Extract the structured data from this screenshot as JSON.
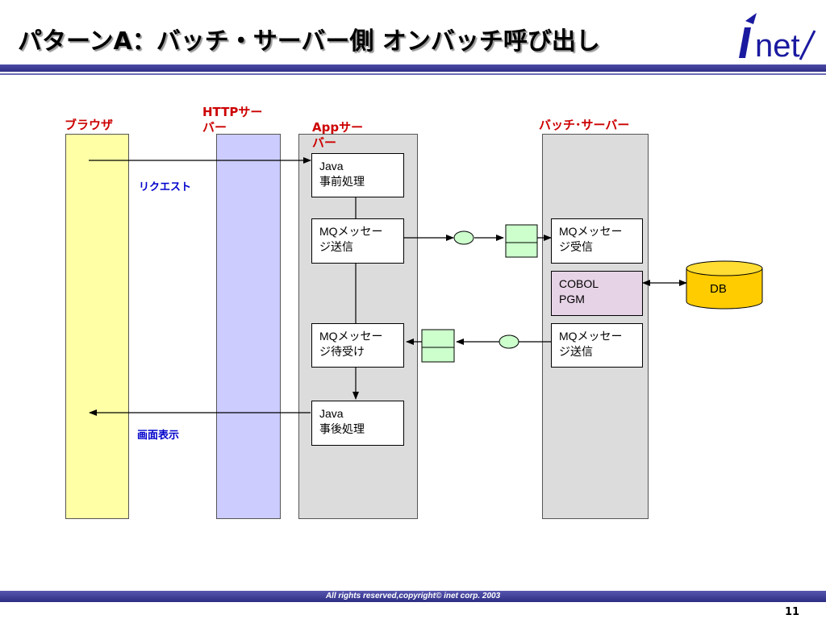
{
  "slide": {
    "title": "パターンA：バッチ・サーバー側 オンバッチ呼び出し",
    "logo_text": "inet",
    "footer": "All rights reserved,copyright© inet corp. 2003",
    "page_number": "11"
  },
  "lanes": {
    "browser": "ブラウザ",
    "http": "HTTPサー\nバー",
    "app": "Appサー\nバー",
    "batch": "バッチ･サーバー"
  },
  "boxes": {
    "java_pre": "Java\n事前処理",
    "mq_send_app": "MQメッセー\nジ送信",
    "mq_wait_app": "MQメッセー\nジ待受け",
    "java_post": "Java\n事後処理",
    "mq_recv_batch": "MQメッセー\nジ受信",
    "cobol": "COBOL\nPGM",
    "mq_send_batch": "MQメッセー\nジ送信"
  },
  "db_label": "DB",
  "notes": {
    "request": "リクエスト",
    "display": "画面表示"
  },
  "colors": {
    "lane_label": "#cc0000",
    "note": "#0000cc",
    "browser_lane": "#ffffa6",
    "http_lane": "#ccccff",
    "server_lane": "#dcdcdc",
    "queue": "#ccffcc",
    "db": "#ffcc00",
    "header_bar": "#3d3d9c"
  }
}
